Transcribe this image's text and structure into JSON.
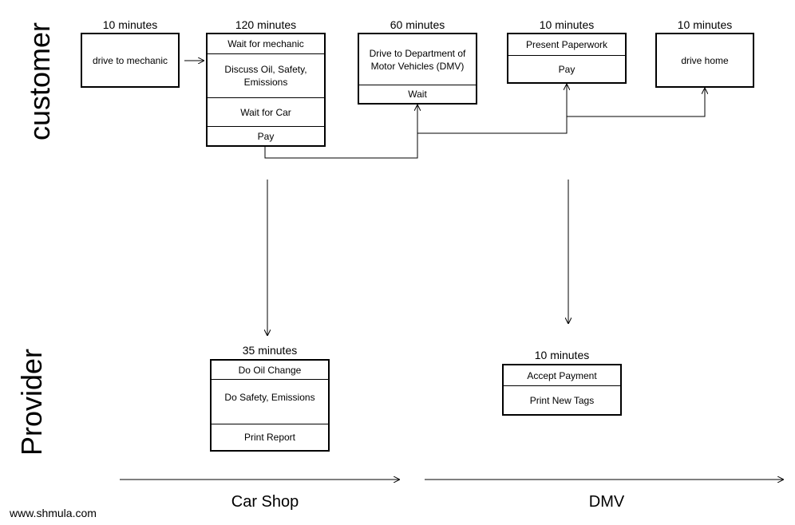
{
  "lanes": {
    "customer": "customer",
    "provider": "Provider"
  },
  "customer_steps": [
    {
      "time": "10 minutes",
      "cells": [
        "drive to mechanic"
      ]
    },
    {
      "time": "120 minutes",
      "cells": [
        "Wait for mechanic",
        "Discuss Oil, Safety, Emissions",
        "Wait for Car",
        "Pay"
      ]
    },
    {
      "time": "60 minutes",
      "cells": [
        "Drive to Department of Motor Vehicles (DMV)",
        "Wait"
      ]
    },
    {
      "time": "10 minutes",
      "cells": [
        "Present Paperwork",
        "Pay"
      ]
    },
    {
      "time": "10 minutes",
      "cells": [
        "drive home"
      ]
    }
  ],
  "provider_steps": [
    {
      "time": "35 minutes",
      "cells": [
        "Do Oil Change",
        "Do Safety, Emissions",
        "Print Report"
      ]
    },
    {
      "time": "10 minutes",
      "cells": [
        "Accept Payment",
        "Print New Tags"
      ]
    }
  ],
  "axis": {
    "car_shop": "Car Shop",
    "dmv": "DMV"
  },
  "footer": "www.shmula.com"
}
